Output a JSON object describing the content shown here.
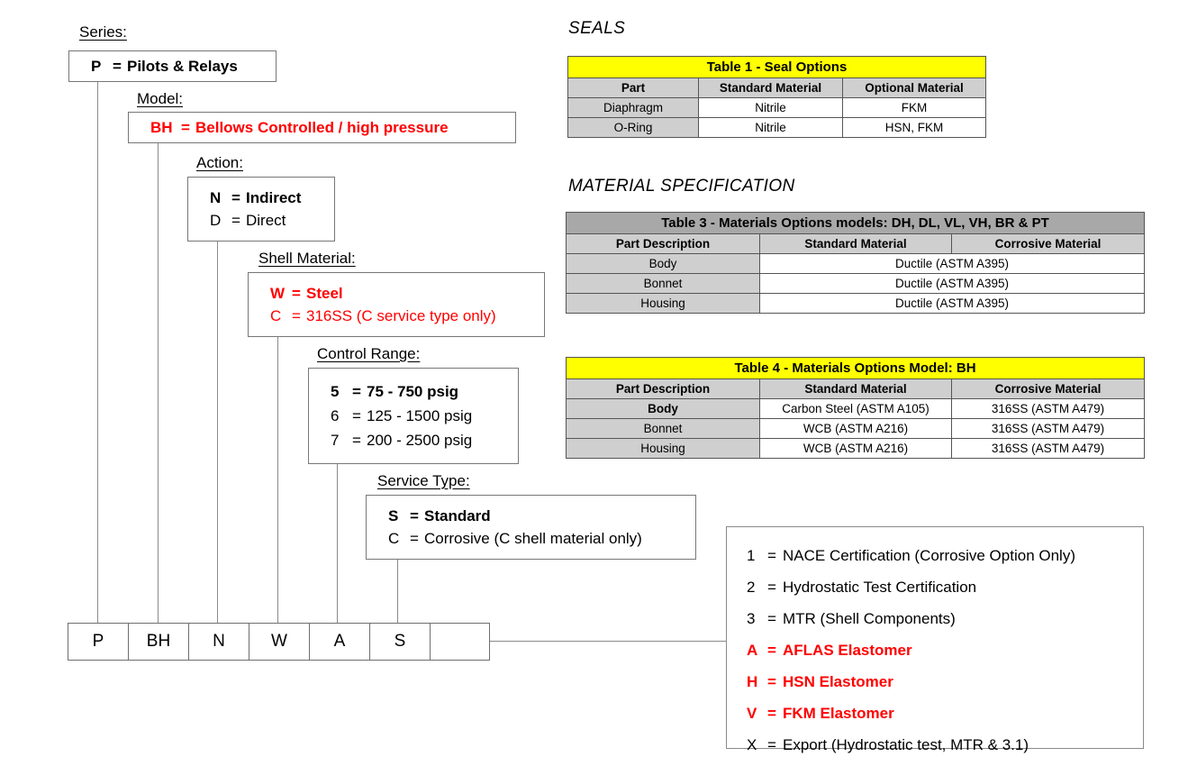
{
  "tree": {
    "series": {
      "label": "Series:",
      "options": [
        {
          "code": "P",
          "eq": "=",
          "text": "Pilots & Relays",
          "bold": true,
          "red": false
        }
      ]
    },
    "model": {
      "label": "Model:",
      "options": [
        {
          "code": "BH",
          "eq": "=",
          "text": "Bellows Controlled / high pressure",
          "bold": true,
          "red": true
        }
      ]
    },
    "action": {
      "label": "Action:",
      "options": [
        {
          "code": "N",
          "eq": "=",
          "text": "Indirect",
          "bold": true,
          "red": false
        },
        {
          "code": "D",
          "eq": "=",
          "text": "Direct",
          "bold": false,
          "red": false
        }
      ]
    },
    "shell_material": {
      "label": "Shell Material:",
      "options": [
        {
          "code": "W",
          "eq": "=",
          "text": "Steel",
          "bold": true,
          "red": true
        },
        {
          "code": "C",
          "eq": "=",
          "text": "316SS (C service type only)",
          "bold": false,
          "red": true
        }
      ]
    },
    "control_range": {
      "label": "Control Range:",
      "options": [
        {
          "code": "5",
          "eq": "=",
          "text": "75 - 750 psig",
          "bold": true,
          "red": false
        },
        {
          "code": "6",
          "eq": "=",
          "text": "125 - 1500 psig",
          "bold": false,
          "red": false
        },
        {
          "code": "7",
          "eq": "=",
          "text": "200 - 2500 psig",
          "bold": false,
          "red": false
        }
      ]
    },
    "service_type": {
      "label": "Service Type:",
      "options": [
        {
          "code": "S",
          "eq": "=",
          "text": "Standard",
          "bold": true,
          "red": false
        },
        {
          "code": "C",
          "eq": "=",
          "text": "Corrosive (C shell material only)",
          "bold": false,
          "red": false
        }
      ]
    }
  },
  "code_row": {
    "cells": [
      "P",
      "BH",
      "N",
      "W",
      "A",
      "S",
      ""
    ]
  },
  "options_panel": {
    "items": [
      {
        "code": "1",
        "eq": "=",
        "text": "NACE Certification (Corrosive Option Only)",
        "bold": false,
        "red": false
      },
      {
        "code": "2",
        "eq": "=",
        "text": "Hydrostatic Test Certification",
        "bold": false,
        "red": false
      },
      {
        "code": "3",
        "eq": "=",
        "text": "MTR (Shell Components)",
        "bold": false,
        "red": false
      },
      {
        "code": "A",
        "eq": "=",
        "text": "AFLAS Elastomer",
        "bold": true,
        "red": true
      },
      {
        "code": "H",
        "eq": "=",
        "text": "HSN Elastomer",
        "bold": true,
        "red": true
      },
      {
        "code": "V",
        "eq": "=",
        "text": "FKM Elastomer",
        "bold": true,
        "red": true
      },
      {
        "code": "X",
        "eq": "=",
        "text": "Export (Hydrostatic test, MTR & 3.1)",
        "bold": false,
        "red": false
      }
    ]
  },
  "sections": {
    "seals_heading": "SEALS",
    "material_heading": "MATERIAL SPECIFICATION"
  },
  "table1": {
    "title": "Table 1 - Seal Options",
    "columns": [
      "Part",
      "Standard Material",
      "Optional Material"
    ],
    "rows": [
      [
        "Diaphragm",
        "Nitrile",
        "FKM"
      ],
      [
        "O-Ring",
        "Nitrile",
        "HSN, FKM"
      ]
    ]
  },
  "table3": {
    "title": "Table 3 - Materials Options models: DH, DL, VL, VH, BR & PT",
    "columns": [
      "Part Description",
      "Standard Material",
      "Corrosive Material"
    ],
    "rows": [
      [
        "Body",
        "Ductile (ASTM A395)"
      ],
      [
        "Bonnet",
        "Ductile (ASTM A395)"
      ],
      [
        "Housing",
        "Ductile (ASTM A395)"
      ]
    ]
  },
  "table4": {
    "title": "Table 4 - Materials Options Model: BH",
    "columns": [
      "Part Description",
      "Standard Material",
      "Corrosive Material"
    ],
    "rows": [
      [
        "Body",
        "Carbon Steel (ASTM A105)",
        "316SS (ASTM A479)"
      ],
      [
        "Bonnet",
        "WCB (ASTM A216)",
        "316SS (ASTM A479)"
      ],
      [
        "Housing",
        "WCB (ASTM A216)",
        "316SS (ASTM A479)"
      ]
    ]
  },
  "colors": {
    "accent_red": "#ff0000",
    "title_yellow": "#ffff00",
    "header_gray": "#a8a8a8",
    "cell_gray": "#cfcfcf",
    "line_gray": "#8a8a8a"
  }
}
